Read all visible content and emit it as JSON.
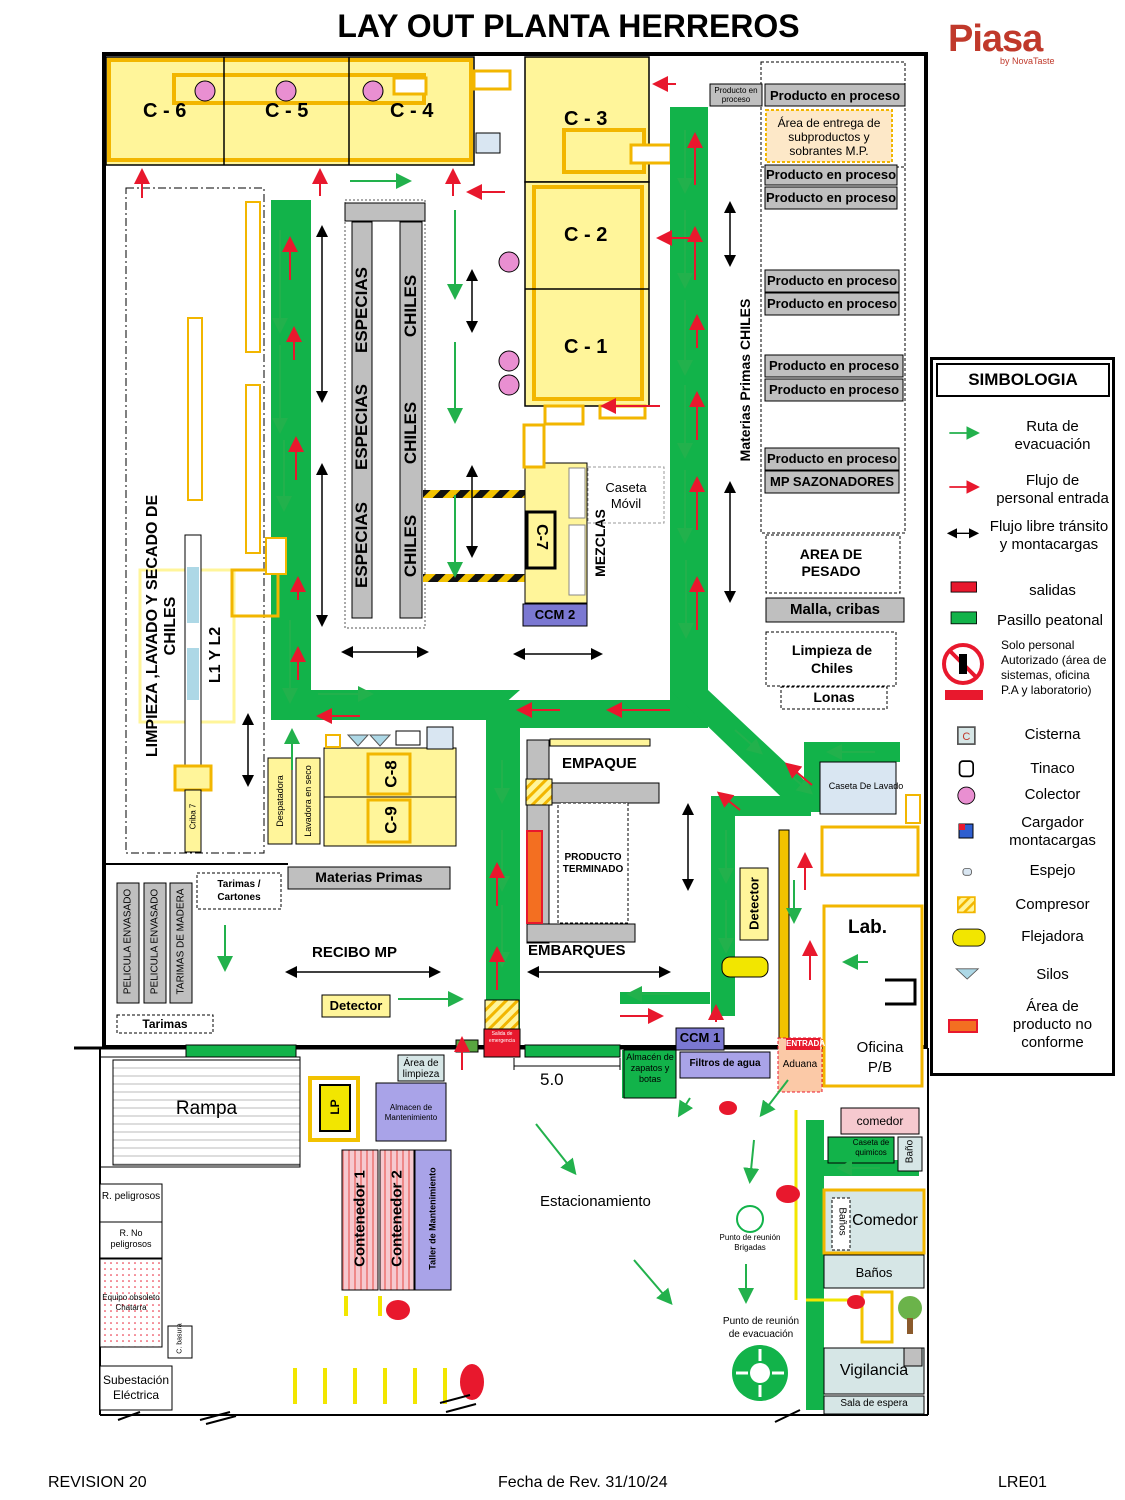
{
  "title": "LAY OUT PLANTA HERREROS",
  "brand": {
    "name": "Piasa",
    "tagline": "by NovaTaste"
  },
  "footer": {
    "revision": "REVISION 20",
    "date": "Fecha de Rev.  31/10/24",
    "code": "LRE01"
  },
  "colors": {
    "evac": "#22b14c",
    "pasillo": "#12b34a",
    "entry": "#e8182d",
    "area": "#fff59a",
    "border": "#f2b600",
    "collector": "#e98fd1",
    "gray": "#bfbfbf",
    "ccm": "#7b78d2"
  },
  "rooms": {
    "c6": "C - 6",
    "c5": "C - 5",
    "c4": "C - 4",
    "c3": "C - 3",
    "c2": "C - 2",
    "c1": "C - 1",
    "c7": "C-7",
    "c8": "C-8",
    "c9": "C-9",
    "ccm1": "CCM 1",
    "ccm2": "CCM 2",
    "especias": "ESPECIAS",
    "chiles": "CHILES",
    "mezclas": "MEZCLAS",
    "caseta_movil": "Caseta Móvil",
    "empaque": "EMPAQUE",
    "embarques": "EMBARQUES",
    "producto_terminado": "PRODUCTO TERMINADO",
    "recibo_mp": "RECIBO MP",
    "materias_primas": "Materias Primas",
    "materias_primas_chiles": "Materias Primas CHILES",
    "tarimas_cartones": "Tarimas / Cartones",
    "tarimas": "Tarimas",
    "pelicula1": "PELICULA ENVASADO",
    "pelicula2": "PELICULA ENVASADO",
    "tarimas_madera": "TARIMAS DE MADERA",
    "limpieza": "LIMPIEZA ,LAVADO Y SECADO DE CHILES",
    "l1l2": "L1 Y L2",
    "criba7": "Criba 7",
    "despatadora": "Despatadora",
    "lavadora": "Lavadora en seco",
    "detector1": "Detector",
    "detector2": "Detector",
    "lab": "Lab.",
    "oficina": "Oficina P/B",
    "entrada": "ENTRADA",
    "aduana": "Aduana",
    "comedor_small": "comedor",
    "caseta_quimicos": "Caseta de quimicos",
    "bano": "Baño",
    "banos_v": "Baños",
    "comedor": "Comedor",
    "banos": "Baños",
    "vigilancia": "Vigilancia",
    "sala_espera": "Sala de espera",
    "caseta_lavado": "Caseta De Lavado",
    "rampa": "Rampa",
    "lp": "LP",
    "area_limpieza": "Área de limpieza",
    "almacen_mant": "Almacen de Mantenimiento",
    "contenedor1": "Contenedor 1",
    "contenedor2": "Contenedor 2",
    "taller": "Taller de Mantenimiento",
    "almacen_zapatos": "Almacén de zapatos y botas",
    "filtros": "Filtros de agua",
    "estacionamiento": "Estacionamiento",
    "punto_brigadas": "Punto de reunión Brigadas",
    "punto_evac": "Punto de reunión de evacuación",
    "r_peligrosos": "R. peligrosos",
    "r_no_peligrosos": "R. No peligrosos",
    "equipo_obsoleto": "Equipo obsoleto Chatarra",
    "c_basura": "C. basura",
    "subestacion": "Subestación Eléctrica",
    "salida_emergencia": "Salida de emergencia",
    "dim": "5.0",
    "pep_small": "Producto en proceso",
    "pep": "Producto en proceso",
    "area_entrega": "Área de entrega de subproductos y sobrantes M.P.",
    "mp_sazonadores": "MP SAZONADORES",
    "area_pesado": "AREA DE PESADO",
    "malla": "Malla, cribas",
    "limpieza_chiles": "Limpieza de Chiles",
    "lonas": "Lonas"
  },
  "legend": {
    "title": "SIMBOLOGIA",
    "items": [
      "Ruta de evacuación",
      "Flujo de personal entrada",
      "Flujo libre tránsito y montacargas",
      "salidas",
      "Pasillo peatonal",
      "Solo personal Autorizado (área de sistemas, oficina P.A y laboratorio)",
      "Cisterna",
      "Tinaco",
      "Colector",
      "Cargador montacargas",
      "Espejo",
      "Compresor",
      "Flejadora",
      "Silos",
      "Área de producto no conforme"
    ]
  }
}
